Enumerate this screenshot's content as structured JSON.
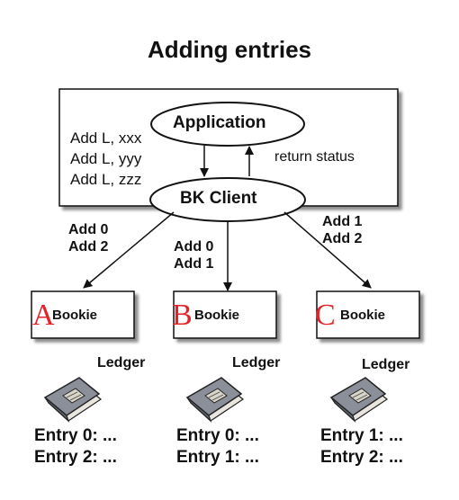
{
  "title": "Adding entries",
  "application": {
    "label": "Application"
  },
  "client": {
    "label": "BK Client"
  },
  "commands": [
    "Add L, xxx",
    "Add L, yyy",
    "Add L, zzz"
  ],
  "return_status": "return status",
  "edges": {
    "left": [
      "Add 0",
      "Add 2"
    ],
    "middle": [
      "Add 0",
      "Add 1"
    ],
    "right": [
      "Add 1",
      "Add 2"
    ]
  },
  "bookies": [
    {
      "letter": "A",
      "label": "Bookie",
      "ledger": "Ledger",
      "entries": [
        "Entry 0: ...",
        "Entry 2: ..."
      ]
    },
    {
      "letter": "B",
      "label": "Bookie",
      "ledger": "Ledger",
      "entries": [
        "Entry 0: ...",
        "Entry 1: ..."
      ]
    },
    {
      "letter": "C",
      "label": "Bookie",
      "ledger": "Ledger",
      "entries": [
        "Entry 1: ...",
        "Entry 2: ..."
      ]
    }
  ],
  "colors": {
    "letters": "#e0242a",
    "book_cover": "#8a8f99",
    "book_pages": "#e9e6df"
  }
}
